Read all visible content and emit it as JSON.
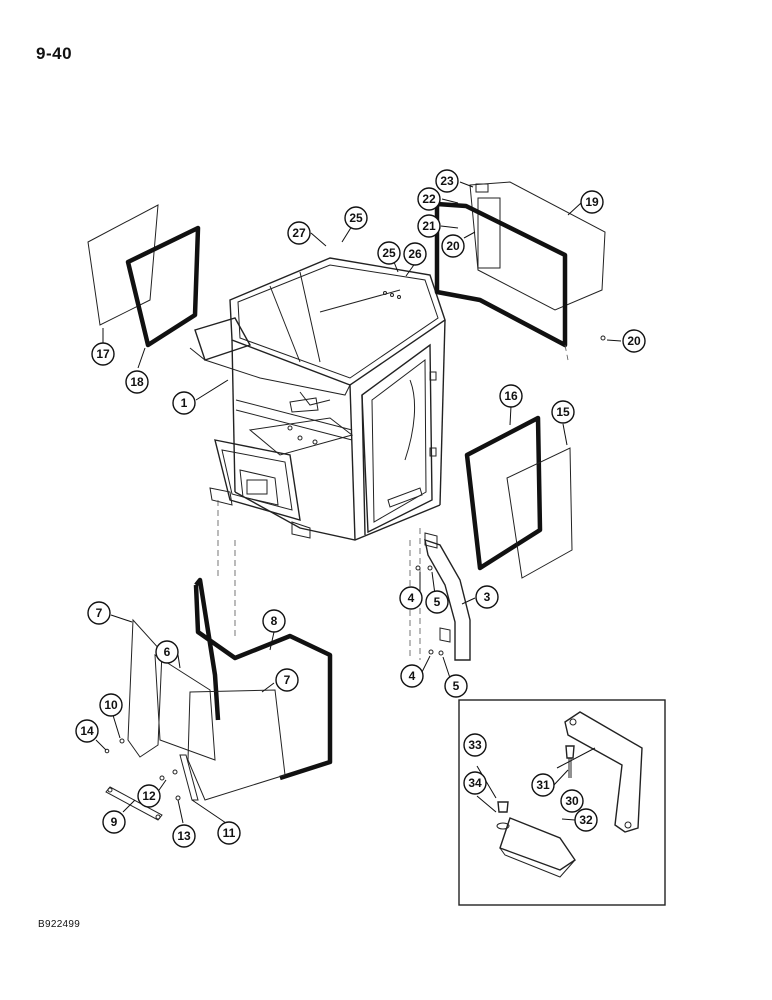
{
  "page": {
    "number": "9-40",
    "figure_code": "B922499"
  },
  "callouts": [
    "1",
    "3",
    "4",
    "5",
    "4",
    "5",
    "6",
    "7",
    "7",
    "8",
    "9",
    "10",
    "11",
    "12",
    "13",
    "14",
    "15",
    "16",
    "17",
    "18",
    "19",
    "20",
    "20",
    "21",
    "22",
    "23",
    "25",
    "25",
    "26",
    "27",
    "30",
    "31",
    "32",
    "33",
    "34"
  ]
}
